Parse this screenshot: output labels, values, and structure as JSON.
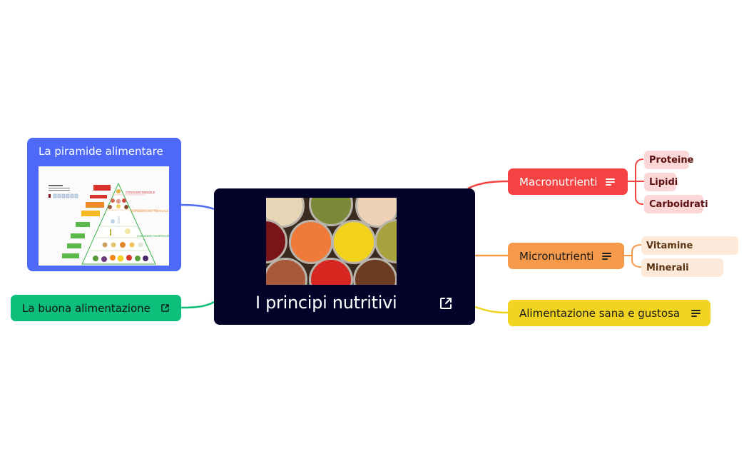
{
  "map": {
    "central": {
      "title": "I principi nutritivi",
      "image": "canned-food-photo",
      "icon": "external-link-icon",
      "background": "#03032a"
    },
    "right_branches": [
      {
        "label": "Macronutrienti",
        "icon": "notes-icon",
        "color": "#f54343",
        "children": [
          {
            "label": "Proteine"
          },
          {
            "label": "Lipidi"
          },
          {
            "label": "Carboidrati"
          }
        ]
      },
      {
        "label": "Micronutrienti",
        "icon": "notes-icon",
        "color": "#f59a4a",
        "children": [
          {
            "label": "Vitamine"
          },
          {
            "label": "Minerali"
          }
        ]
      },
      {
        "label": "Alimentazione sana e gustosa",
        "icon": "notes-icon",
        "color": "#f0d421",
        "children": []
      }
    ],
    "left_branches": [
      {
        "label": "La piramide alimentare",
        "image": "food-pyramid-image",
        "color": "#4e69f7",
        "image_text": {
          "levels": [
            "CONSUMO MENSILE",
            "CONSUMO SETTIMANALE",
            "CONSUMO GIORNALIERO"
          ]
        }
      },
      {
        "label": "La buona alimentazione",
        "icon": "external-link-icon",
        "color": "#0dbf7a"
      }
    ]
  }
}
